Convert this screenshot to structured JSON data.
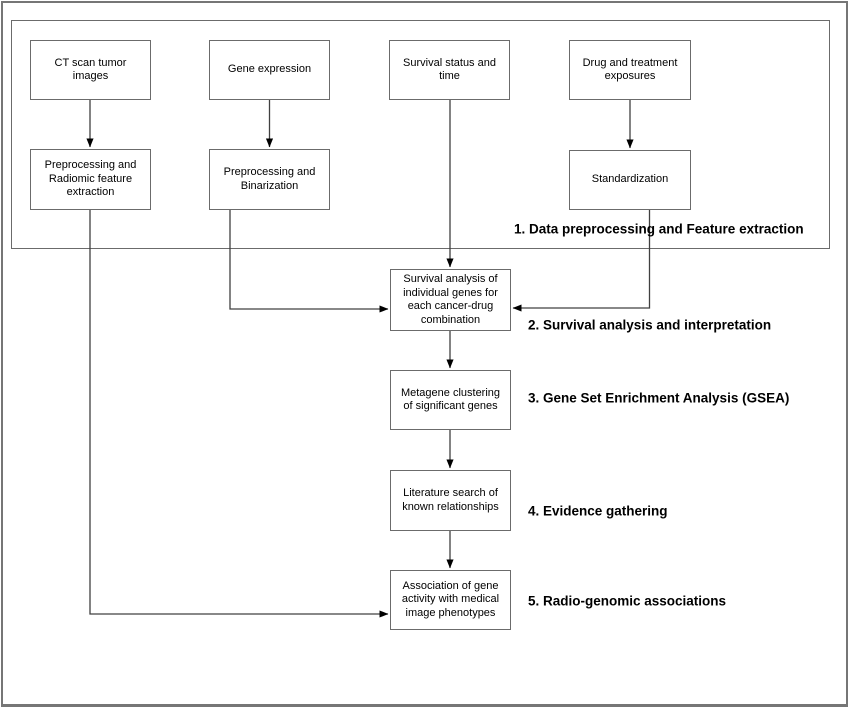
{
  "colors": {
    "background": "#ffffff",
    "frame_border": "#767676",
    "box_border": "#6b6b6b",
    "connector_line": "#404040",
    "arrowhead": "#000000",
    "text": "#000000"
  },
  "diagram": {
    "nodes": [
      {
        "id": "ct-scan-tumor-images",
        "label": "CT scan tumor\nimages"
      },
      {
        "id": "gene-expression",
        "label": "Gene expression"
      },
      {
        "id": "survival-status-time",
        "label": "Survival status and\ntime"
      },
      {
        "id": "drug-treatment-exposures",
        "label": "Drug and treatment\nexposures"
      },
      {
        "id": "preprocessing-radiomic",
        "label": "Preprocessing and\nRadiomic feature\nextraction"
      },
      {
        "id": "preprocessing-binarization",
        "label": "Preprocessing and\nBinarization"
      },
      {
        "id": "standardization",
        "label": "Standardization"
      },
      {
        "id": "survival-analysis",
        "label": "Survival analysis of\nindividual genes for\neach cancer-drug\ncombination"
      },
      {
        "id": "metagene-clustering",
        "label": "Metagene clustering\nof significant genes"
      },
      {
        "id": "literature-search",
        "label": "Literature search of\nknown relationships"
      },
      {
        "id": "association-gene-activity",
        "label": "Association of gene\nactivity with medical\nimage phenotypes"
      }
    ],
    "stage_labels": [
      {
        "id": "stage-1",
        "text": "1. Data preprocessing and Feature extraction"
      },
      {
        "id": "stage-2",
        "text": "2. Survival analysis and interpretation"
      },
      {
        "id": "stage-3",
        "text": "3. Gene Set Enrichment Analysis (GSEA)"
      },
      {
        "id": "stage-4",
        "text": "4. Evidence gathering"
      },
      {
        "id": "stage-5",
        "text": "5. Radio-genomic associations"
      }
    ]
  }
}
